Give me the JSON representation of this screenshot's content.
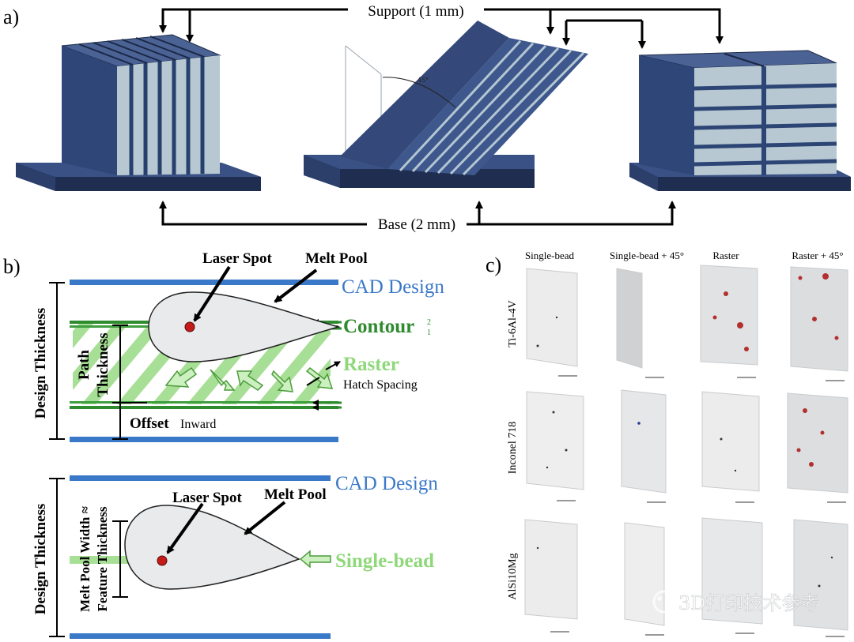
{
  "panel_a": {
    "label": "a)",
    "support_label": "Support (1 mm)",
    "base_label": "Base (2 mm)"
  },
  "panel_b": {
    "label": "b)",
    "top": {
      "laser_spot": "Laser Spot",
      "melt_pool": "Melt Pool",
      "cad_design": "CAD Design",
      "contour": "Contour",
      "contour_idx_2": "2",
      "contour_idx_1": "1",
      "raster": "Raster",
      "hatch_spacing": "Hatch Spacing",
      "design_thickness": "Design Thickness",
      "path": "Path",
      "thickness": "Thickness",
      "offset": "Offset",
      "inward": "Inward"
    },
    "bottom": {
      "laser_spot": "Laser Spot",
      "melt_pool": "Melt Pool",
      "cad_design": "CAD Design",
      "single_bead": "Single-bead",
      "design_thickness": "Design Thickness",
      "melt_pool_width": "Melt Pool Width ≈",
      "feature_thickness": "Feature Thickness"
    },
    "colors": {
      "cad": "#3a78c8",
      "contour": "#2e8b2e",
      "raster": "#9fdc8c",
      "spot": "#c41a1a"
    }
  },
  "panel_c": {
    "label": "c)",
    "columns": [
      "Single-bead",
      "Single-bead + 45°",
      "Raster",
      "Raster + 45°"
    ],
    "rows": [
      "Ti-6Al-4V",
      "Inconel 718",
      "AlSi10Mg"
    ]
  },
  "watermark": {
    "text": "3D打印技术参考"
  }
}
